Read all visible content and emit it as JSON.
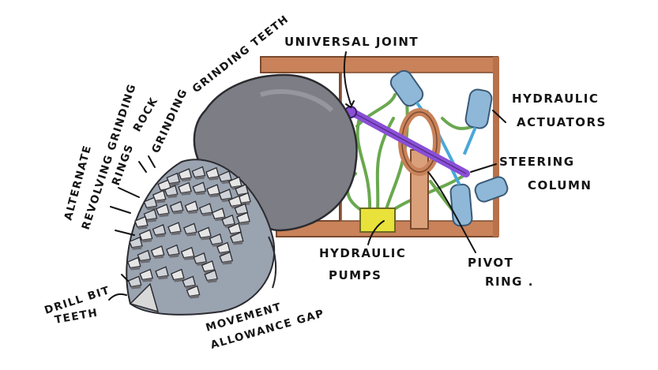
{
  "labels": {
    "universal_joint": "UNIVERSAL JOINT",
    "hydraulic_actuators_1": "HYDRAULIC",
    "hydraulic_actuators_2": "ACTUATORS",
    "steering_column_1": "STEERING",
    "steering_column_2": "COLUMN",
    "hydraulic_pumps_1": "HYDRAULIC",
    "hydraulic_pumps_2": "PUMPS",
    "pivot_ring_1": "PIVOT",
    "pivot_ring_2": "RING .",
    "grinding_teeth": "GRINDING TEETH",
    "rock_grinding_1": "ROCK",
    "rock_grinding_2": "GRINDING",
    "alternate_1": "ALTERNATE",
    "alternate_2": "REVOLVING GRINDING",
    "alternate_3": "RINGS",
    "drill_bit_1": "DRILL BIT",
    "drill_bit_2": "TEETH",
    "movement_gap_1": "MOVEMENT",
    "movement_gap_2": "ALLOWANCE GAP"
  },
  "colors": {
    "frame": "#c9825a",
    "frame_stroke": "#7a4a2e",
    "head": "#7d7e85",
    "head_stroke": "#2b2b30",
    "shaft": "#8a4fd6",
    "actuator": "#8fb8d8",
    "hose": "#6aa84f",
    "pump": "#e8e23a",
    "teeth": "#e6e6e6",
    "teeth_shadow": "#6b6b70"
  }
}
